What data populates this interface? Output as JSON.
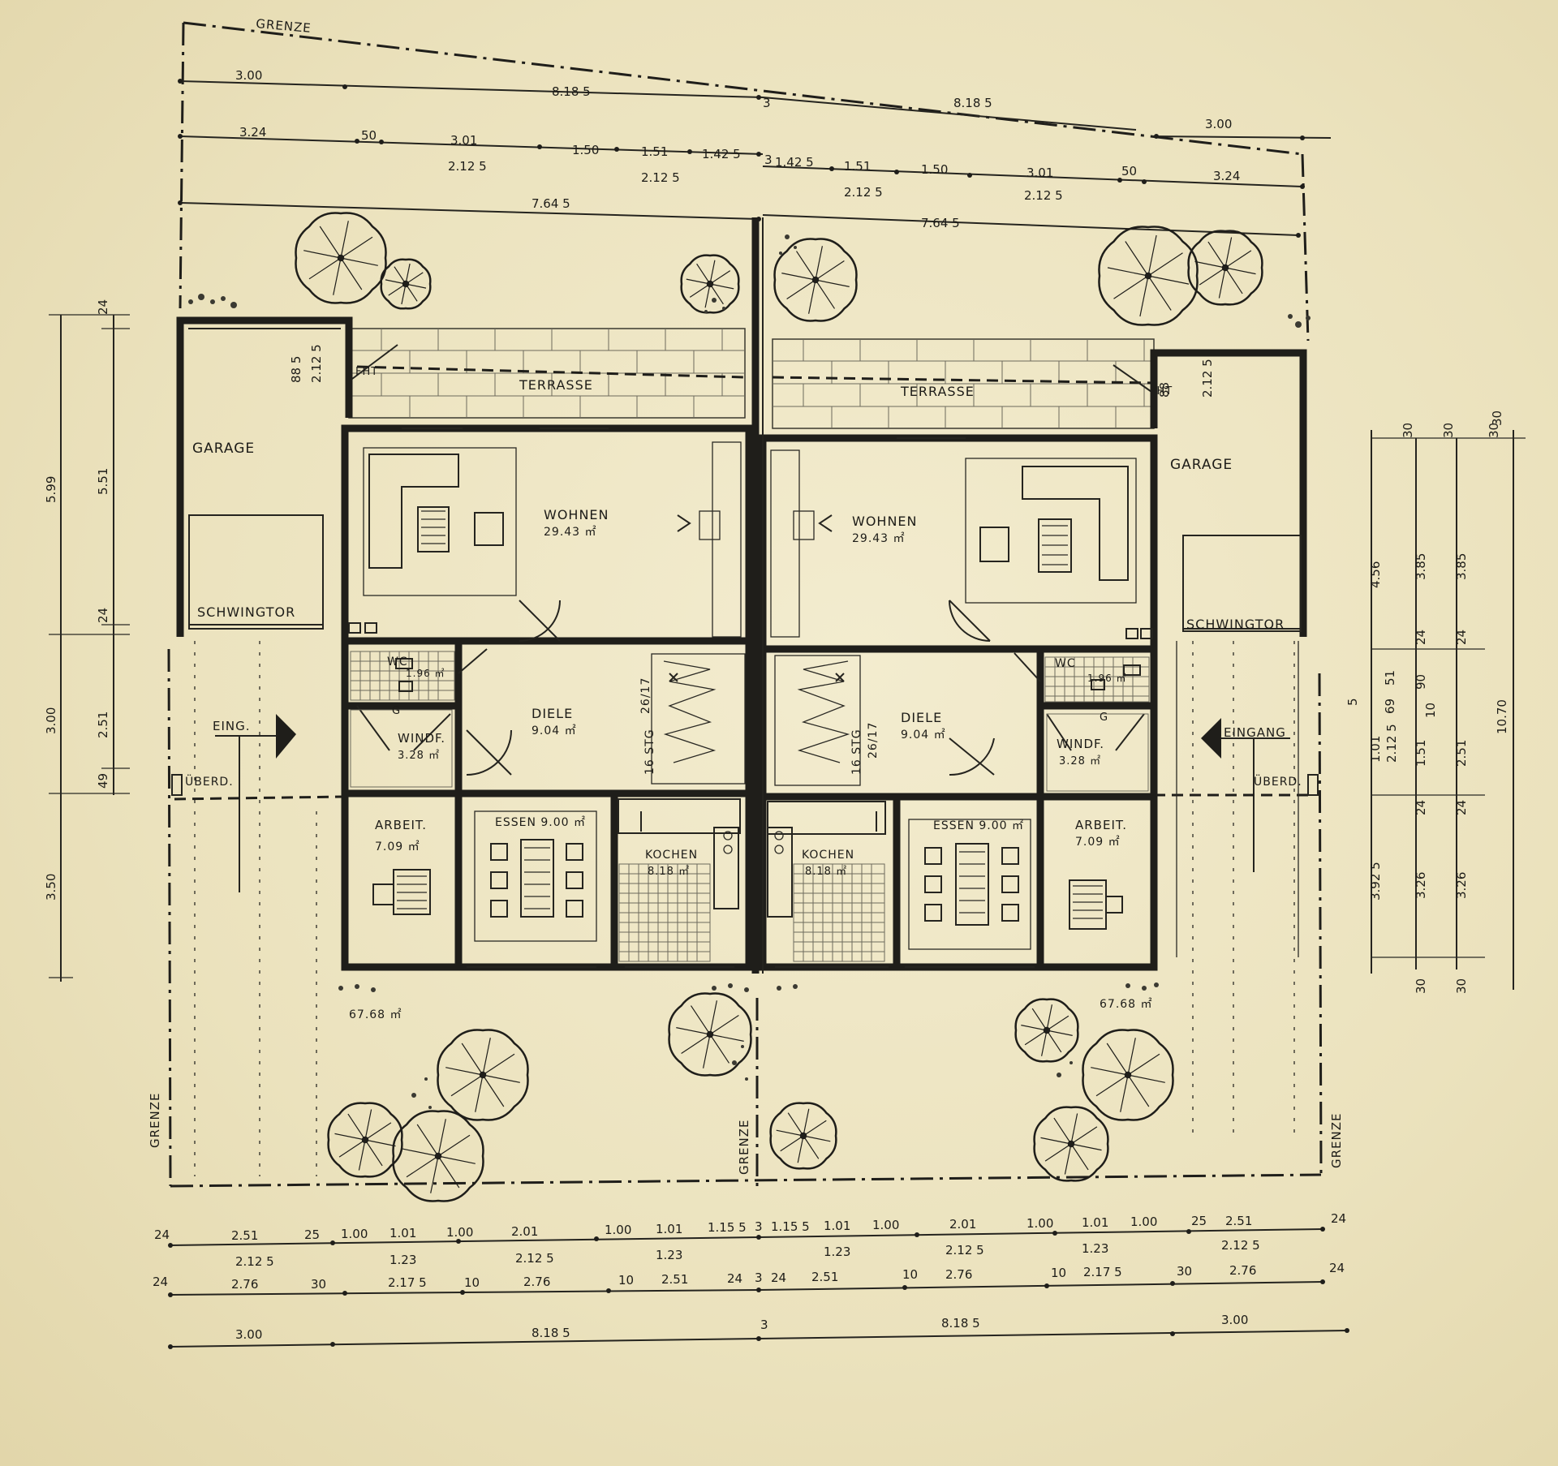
{
  "labels": {
    "grenze": "GRENZE",
    "terrasse": "TERRASSE",
    "garage": "GARAGE",
    "schwingtor": "SCHWINGTOR",
    "wohnen": "WOHNEN",
    "wohnen_area": "29.43 ㎡",
    "wc": "WC",
    "wc_area": "1.96 ㎡",
    "diele": "DIELE",
    "diele_area": "9.04 ㎡",
    "windf": "WINDF.",
    "windf_area": "3.28 ㎡",
    "arbeit": "ARBEIT.",
    "arbeit_area": "7.09 ㎡",
    "essen": "ESSEN 9.00 ㎡",
    "kochen": "KOCHEN",
    "kochen_area": "8.18 ㎡",
    "stairs": "16 STG",
    "stairs_ratio": "26/17",
    "eing_left": "EING.",
    "eing_right": "EINGANG",
    "uberd": "ÜBERD.",
    "fht": "FHT",
    "g": "G",
    "garden_area": "67.68 ㎡"
  },
  "dimensions": {
    "top_row1": [
      "3.00",
      "8.18 5",
      "3",
      "8.18 5",
      "3.00"
    ],
    "top_row2_left": [
      "3.24",
      "50",
      "3.01",
      "2.12 5",
      "1.50",
      "1.51",
      "2.12 5",
      "1.42 5",
      "3"
    ],
    "top_row2_right": [
      "1.42 5",
      "1.51",
      "2.12 5",
      "1.50",
      "3.01",
      "2.12 5",
      "50",
      "3.24"
    ],
    "top_row3": [
      "7.64 5",
      "7.64 5"
    ],
    "left_outer": [
      "5.99",
      "3.00",
      "3.50"
    ],
    "left_inner": [
      "24",
      "5.51",
      "24",
      "2.51",
      "49"
    ],
    "left_garage": [
      "88 5",
      "2.12 5"
    ],
    "right_garage": [
      "88",
      "2.12 5"
    ],
    "right_a": [
      "4.56",
      "5",
      "1.01",
      "2.12 5",
      "3.92 5",
      "30"
    ],
    "right_b": [
      "30",
      "3.85",
      "24",
      "69",
      "51",
      "90",
      "1.51",
      "24",
      "3.26",
      "30"
    ],
    "right_c": [
      "30",
      "3.85",
      "24",
      "10",
      "2.51",
      "24",
      "3.26",
      "30"
    ],
    "right_d": [
      "30",
      "10.70"
    ],
    "bottom_row1": [
      "24",
      "2.51",
      "25",
      "1.00",
      "1.01",
      "1.00",
      "2.01",
      "1.00",
      "1.01",
      "1.15 5",
      "3",
      "1.15 5",
      "1.01",
      "1.00",
      "2.01",
      "1.00",
      "1.01",
      "1.00",
      "25",
      "2.51",
      "24"
    ],
    "bottom_row1_sub": [
      "2.12 5",
      "1.23",
      "2.12 5",
      "1.23",
      "1.23",
      "2.12 5",
      "1.23",
      "2.12 5"
    ],
    "bottom_row2": [
      "24",
      "2.76",
      "30",
      "2.17 5",
      "10",
      "2.76",
      "10",
      "2.51",
      "24",
      "3",
      "24",
      "2.51",
      "10",
      "2.76",
      "10",
      "2.17 5",
      "30",
      "2.76",
      "24"
    ],
    "bottom_row3": [
      "3.00",
      "8.18 5",
      "3",
      "8.18 5",
      "3.00"
    ]
  },
  "colors": {
    "ink": "#1f1e1a",
    "paper": "#efe7c6"
  }
}
